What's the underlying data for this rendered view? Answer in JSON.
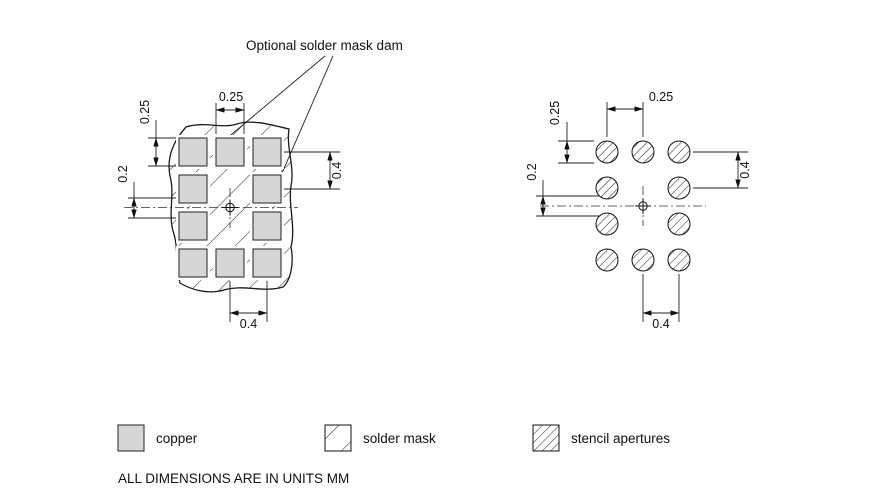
{
  "annotations": {
    "solder_dam_label": "Optional solder mask dam",
    "units_note": "ALL DIMENSIONS ARE IN UNITS MM"
  },
  "legend": {
    "items": [
      {
        "swatch": "copper-swatch",
        "label": "copper"
      },
      {
        "swatch": "solder-mask-swatch",
        "label": "solder mask"
      },
      {
        "swatch": "stencil-apertures-swatch",
        "label": "stencil apertures"
      }
    ]
  },
  "dims": {
    "left": {
      "v_top": "0.25",
      "h_top": "0.25",
      "v_left": "0.2",
      "v_right": "0.4",
      "h_bottom": "0.4"
    },
    "right": {
      "v_top": "0.25",
      "h_top": "0.25",
      "v_left": "0.2",
      "v_right": "0.4",
      "h_bottom": "0.4"
    }
  },
  "colors": {
    "copper": "#d6d6d6",
    "line": "#1a1a1a"
  }
}
